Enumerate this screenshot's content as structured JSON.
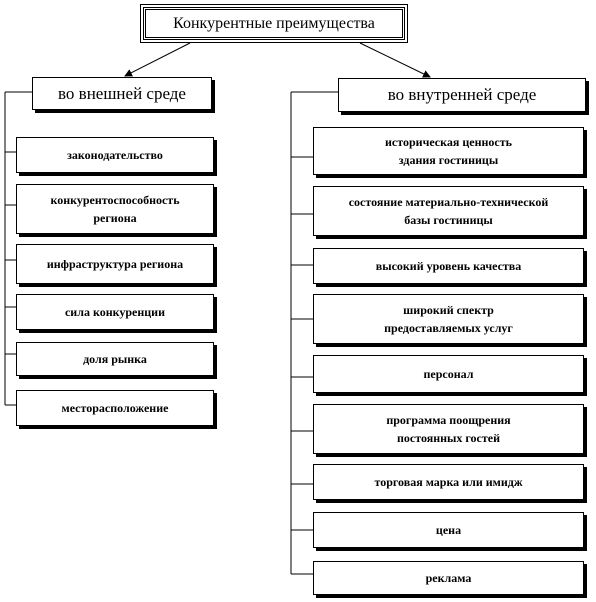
{
  "title": "Конкурентные преимущества",
  "external": {
    "heading": "во внешней среде",
    "items": [
      "законодательство",
      "конкурентоспособность\nрегиона",
      "инфраструктура  региона",
      "сила конкуренции",
      "доля рынка",
      "месторасположение"
    ]
  },
  "internal": {
    "heading": "во внутренней среде",
    "items": [
      "историческая ценность\nздания гостиницы",
      "состояние материально-технической\nбазы гостиницы",
      "высокий уровень качества",
      "широкий спектр\nпредоставляемых услуг",
      "персонал",
      "программа поощрения\nпостоянных гостей",
      "торговая марка или имидж",
      "цена",
      "реклама"
    ]
  }
}
